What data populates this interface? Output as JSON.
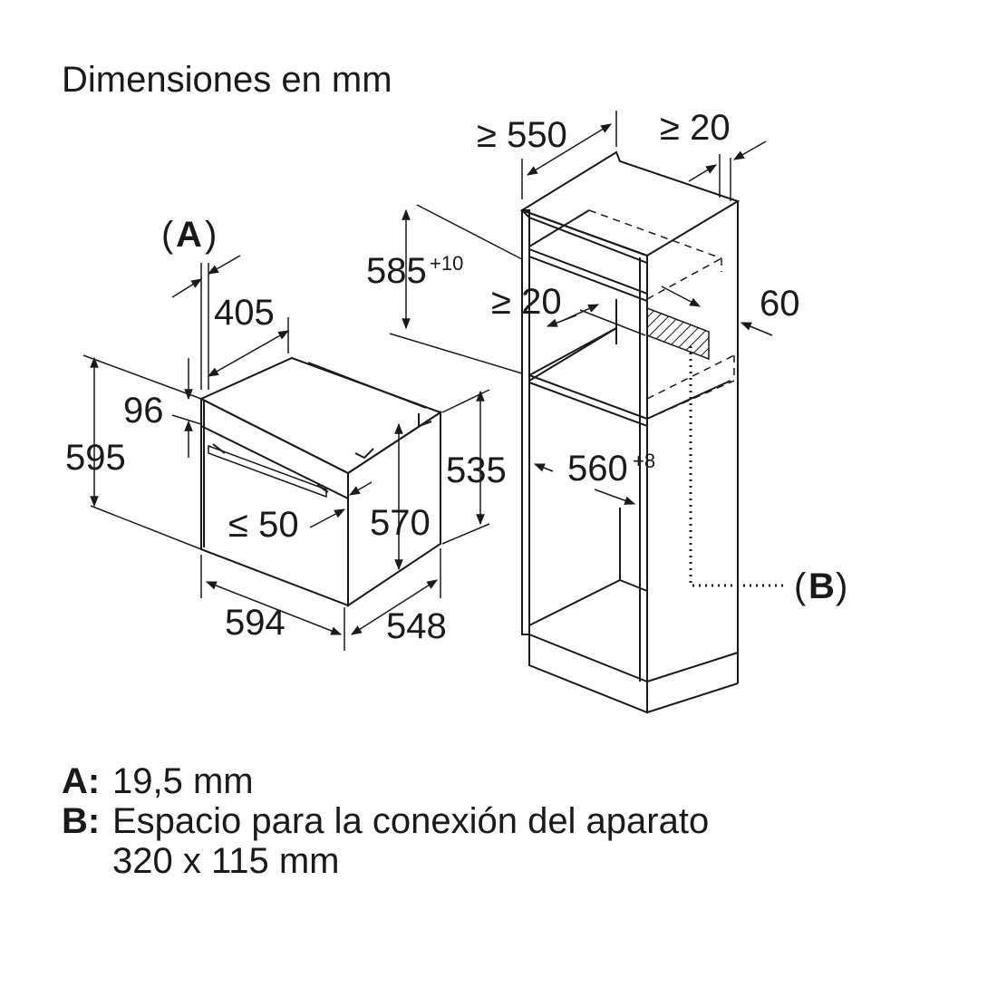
{
  "title": "Dimensiones en mm",
  "oven_dims": {
    "a_label": "A",
    "d405": "405",
    "d96": "96",
    "d595": "595",
    "d594": "594",
    "d548": "548",
    "d570": "570",
    "d535": "535",
    "d50": "≤ 50"
  },
  "cabinet_dims": {
    "d550": "≥ 550",
    "d20_top": "≥ 20",
    "d585": "585",
    "d585_tol": "+10",
    "d20_mid": "≥ 20",
    "d60": "60",
    "d560": "560",
    "d560_tol": "+8",
    "b_label": "B"
  },
  "legend": [
    {
      "key": "A:",
      "text": "19,5 mm"
    },
    {
      "key": "B:",
      "text": "Espacio para la conexión del aparato"
    }
  ],
  "legend_b_line2": "320 x 115 mm"
}
